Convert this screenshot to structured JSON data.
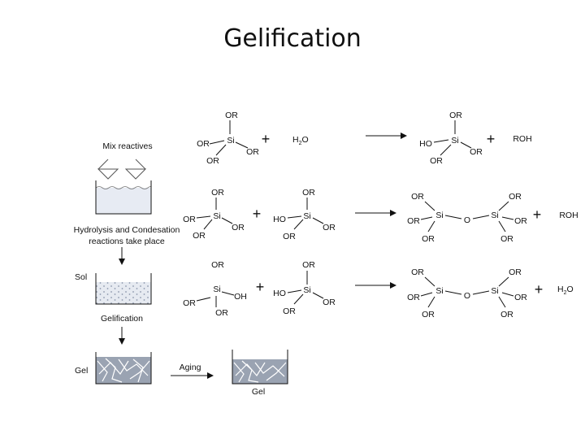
{
  "title": "Gelification",
  "process": {
    "mix_reactives": "Mix reactives",
    "hydrolysis_line1": "Hydrolysis and Condesation",
    "hydrolysis_line2": "reactions take place",
    "sol": "Sol",
    "gelification": "Gelification",
    "gel": "Gel",
    "aging": "Aging",
    "gel_aged": "Gel"
  },
  "chem": {
    "si": "Si",
    "or": "OR",
    "ho": "HO",
    "oh": "OH",
    "o": "O",
    "plus": "+",
    "h2o_h": "H",
    "h2o_2": "2",
    "h2o_o": "O",
    "roh": "ROH"
  }
}
